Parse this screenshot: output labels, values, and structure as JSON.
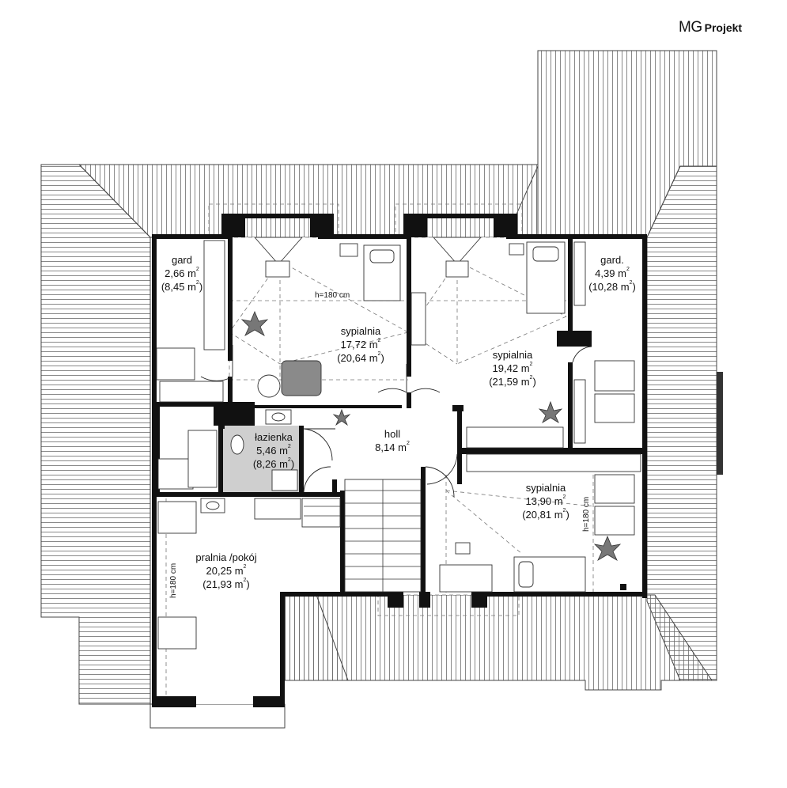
{
  "brand": {
    "mg": "MG",
    "projekt": "Projekt"
  },
  "rooms": [
    {
      "id": "gard-left",
      "name": "gard",
      "area": "2,66",
      "gross": "(8,45 m",
      "unit": "m"
    },
    {
      "id": "sypialnia-1",
      "name": "sypialnia",
      "area": "17,72",
      "gross": "(20,64 m",
      "unit": "m"
    },
    {
      "id": "sypialnia-2",
      "name": "sypialnia",
      "area": "19,42",
      "gross": "(21,59 m",
      "unit": "m"
    },
    {
      "id": "gard-right",
      "name": "gard.",
      "area": "4,39",
      "gross": "(10,28 m",
      "unit": "m"
    },
    {
      "id": "lazienka",
      "name": "łazienka",
      "area": "5,46",
      "gross": "(8,26 m",
      "unit": "m"
    },
    {
      "id": "holl",
      "name": "holl",
      "area": "8,14",
      "gross": "",
      "unit": "m"
    },
    {
      "id": "sypialnia-3",
      "name": "sypialnia",
      "area": "13,90",
      "gross": "(20,81 m",
      "unit": "m"
    },
    {
      "id": "pralnia",
      "name": "pralnia /pokój",
      "area": "20,25",
      "gross": "(21,93 m",
      "unit": "m"
    }
  ],
  "heights": {
    "top": "h=180 cm",
    "right": "h=180 cm",
    "left": "h=180 cm"
  },
  "colors": {
    "wall": "#111111",
    "roof_line": "#555555",
    "bath_floor": "#cfcfcf",
    "dash": "#777777"
  }
}
